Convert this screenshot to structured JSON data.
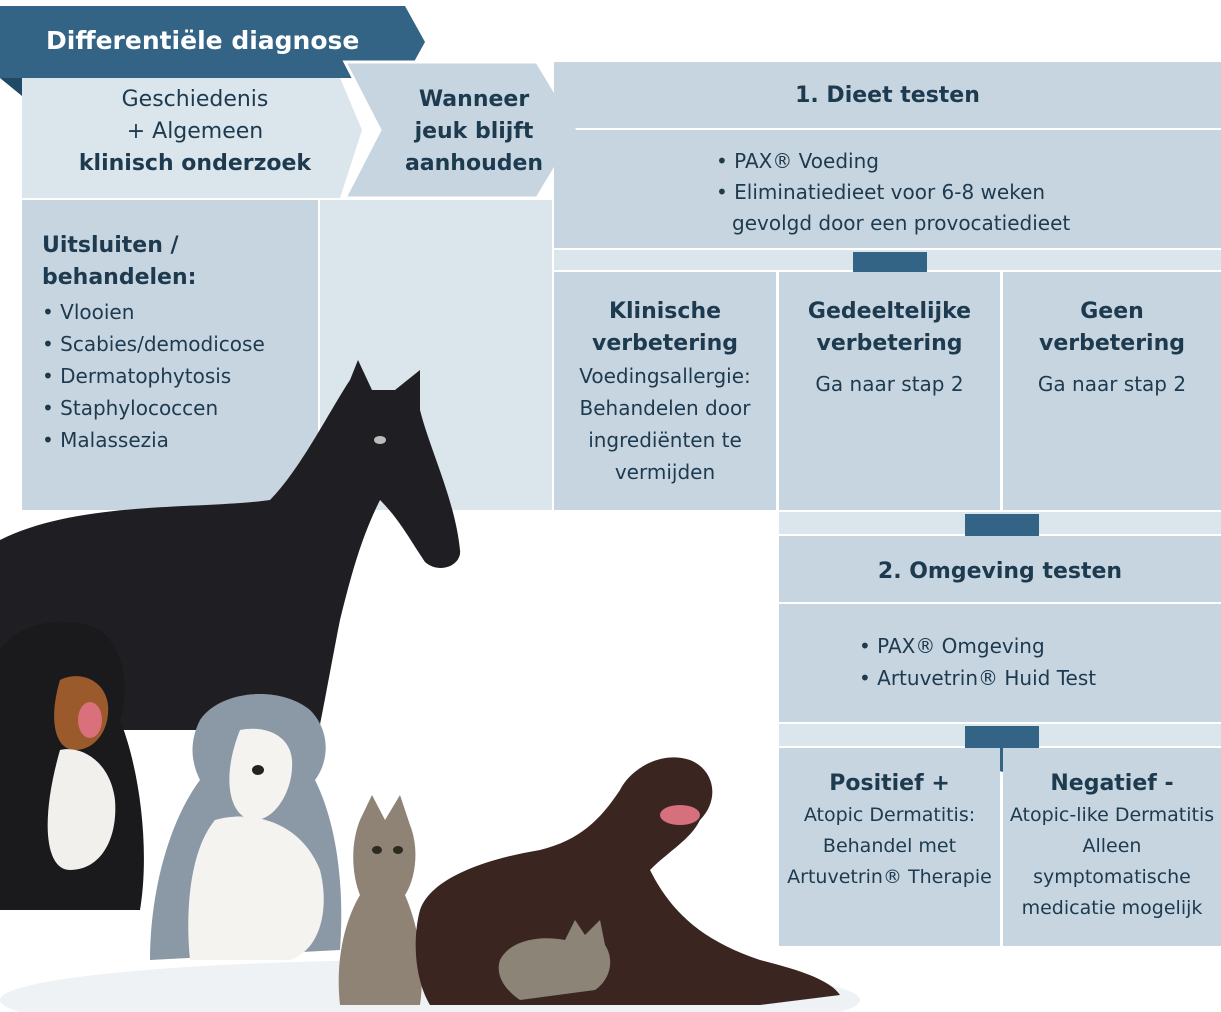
{
  "title": "Differentiële diagnose",
  "step_history": {
    "line1": "Geschiedenis",
    "line2": "+ Algemeen",
    "line3": "klinisch onderzoek"
  },
  "step_itch": {
    "line1": "Wanneer",
    "line2": "jeuk blijft",
    "line3": "aanhouden"
  },
  "exclude": {
    "heading_line1": "Uitsluiten /",
    "heading_line2": "behandelen:",
    "items": [
      "Vlooien",
      "Scabies/demodicose",
      "Dermatophytosis",
      "Staphylococcen",
      "Malassezia"
    ]
  },
  "diet": {
    "heading": "1. Dieet testen",
    "item1": "PAX® Voeding",
    "item2_line1": "Eliminatiedieet voor 6-8 weken",
    "item2_line2": "gevolgd door een provocatiedieet"
  },
  "outcomes": {
    "clinical": {
      "heading_line1": "Klinische",
      "heading_line2": "verbetering",
      "text": [
        "Voedingsallergie:",
        "Behandelen door",
        "ingrediënten te",
        "vermijden"
      ]
    },
    "partial": {
      "heading_line1": "Gedeeltelijke",
      "heading_line2": "verbetering",
      "text": "Ga naar stap 2"
    },
    "none": {
      "heading_line1": "Geen",
      "heading_line2": "verbetering",
      "text": "Ga naar stap 2"
    }
  },
  "environment": {
    "heading": "2. Omgeving testen",
    "items": [
      "PAX® Omgeving",
      "Artuvetrin® Huid Test"
    ]
  },
  "results": {
    "positive": {
      "heading": "Positief +",
      "text": [
        "Atopic Dermatitis:",
        "Behandel met",
        "Artuvetrin® Therapie"
      ]
    },
    "negative": {
      "heading": "Negatief -",
      "text": [
        "Atopic-like Dermatitis",
        "Alleen",
        "symptomatische",
        "medicatie mogelijk"
      ]
    }
  },
  "colors": {
    "accent": "#336485",
    "box": "#c6d5e0",
    "box_light": "#dbe5ec",
    "text": "#1e3a4f"
  }
}
